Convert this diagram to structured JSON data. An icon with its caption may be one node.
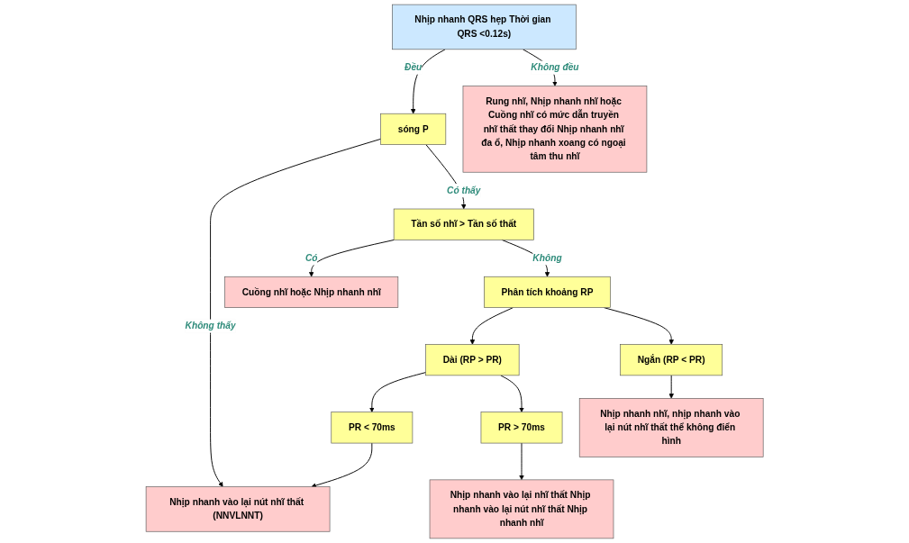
{
  "diagram": {
    "nodes": [
      {
        "text": [
          "Nhịp nhanh QRS hẹp Thời gian QRS <0.12s)"
        ]
      },
      {
        "text": [
          "sóng P"
        ]
      },
      {
        "text": [
          "Rung nhĩ, Nhịp nhanh nhĩ hoặc Cuồng nhĩ có mức dẫn truyền nhĩ thất thay đổi Nhịp nhanh nhĩ đa ổ, Nhịp nhanh xoang có ngoại tâm thu nhĩ"
        ]
      },
      {
        "text": [
          "Tần số nhĩ > Tần số thất"
        ]
      },
      {
        "text": [
          "Cuồng nhĩ hoặc Nhịp nhanh nhĩ"
        ]
      },
      {
        "text": [
          "Phân tích khoảng RP"
        ]
      },
      {
        "text": [
          "Dài (RP > PR)"
        ]
      },
      {
        "text": [
          "Ngắn (RP < PR)"
        ]
      },
      {
        "text": [
          "PR < 70ms"
        ]
      },
      {
        "text": [
          "PR > 70ms"
        ]
      },
      {
        "text": [
          "Nhịp nhanh nhĩ, nhịp nhanh vào lại nút nhĩ thất thể không điển hình"
        ]
      },
      {
        "text": [
          "Nhịp nhanh vào lại nút nhĩ thất (NNVLNNT)"
        ]
      },
      {
        "text": [
          "Nhịp nhanh vào lại nhĩ thất Nhịp nhanh vào lại nút nhĩ thất Nhịp nhanh nhĩ"
        ]
      }
    ],
    "edges": [
      {
        "from": 0,
        "to": 1,
        "arrow": "to",
        "label": "Đều"
      },
      {
        "from": 0,
        "to": 2,
        "arrow": "to",
        "label": "Không đều"
      },
      {
        "from": 1,
        "to": 11,
        "arrow": "to",
        "label": "Không thấy"
      },
      {
        "from": 1,
        "to": 3,
        "arrow": "to",
        "label": "Có thấy"
      },
      {
        "from": 3,
        "to": 4,
        "arrow": "to",
        "label": "Có"
      },
      {
        "from": 3,
        "to": 5,
        "arrow": "to",
        "label": "Không"
      },
      {
        "from": 5,
        "to": 6,
        "arrow": "to"
      },
      {
        "from": 5,
        "to": 7,
        "arrow": "to"
      },
      {
        "from": 6,
        "to": 8,
        "arrow": "to"
      },
      {
        "from": 6,
        "to": 9,
        "arrow": "to"
      },
      {
        "from": 7,
        "to": 10,
        "arrow": "to"
      },
      {
        "from": 8,
        "to": 11,
        "arrow": "to"
      },
      {
        "from": 9,
        "to": 12,
        "arrow": "to"
      }
    ]
  }
}
